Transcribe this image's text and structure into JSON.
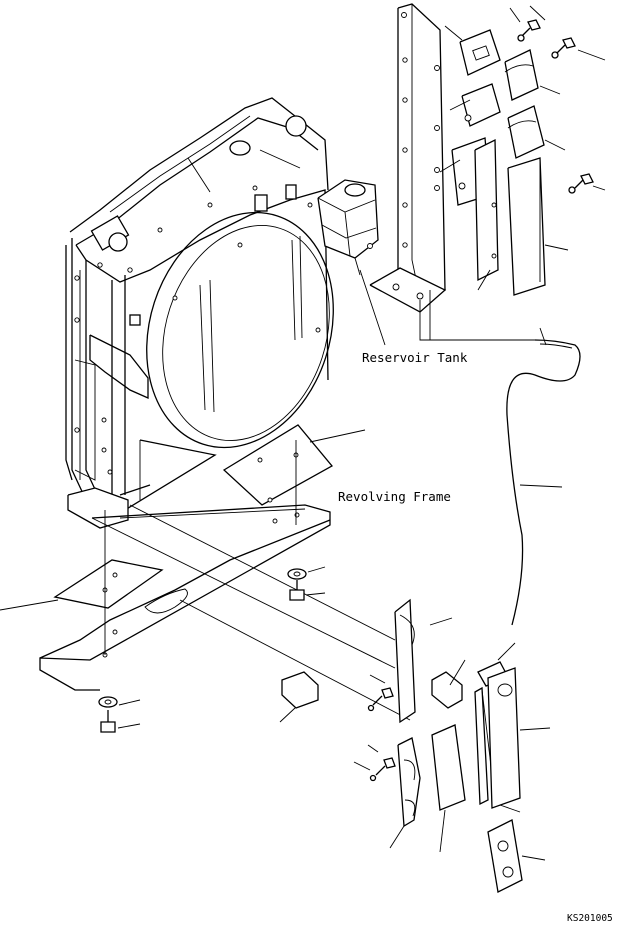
{
  "labels": {
    "reservoir_tank": "Reservoir Tank",
    "revolving_frame": "Revolving Frame",
    "drawing_code": "KS201005"
  }
}
